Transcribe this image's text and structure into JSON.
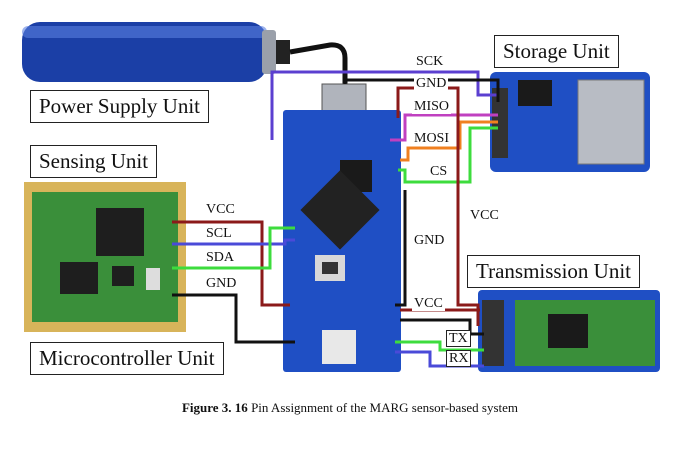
{
  "units": {
    "power": "Power Supply Unit",
    "sensing": "Sensing Unit",
    "storage": "Storage Unit",
    "transmission": "Transmission Unit",
    "microcontroller": "Microcontroller Unit"
  },
  "wires": {
    "sck": "SCK",
    "gnd_storage": "GND",
    "miso": "MISO",
    "mosi": "MOSI",
    "cs": "CS",
    "vcc_sensor": "VCC",
    "scl": "SCL",
    "sda": "SDA",
    "gnd_sensor": "GND",
    "gnd_mid": "GND",
    "vcc_right": "VCC",
    "vcc_bt": "VCC",
    "tx": "TX",
    "rx": "RX"
  },
  "caption": {
    "label": "Figure 3. 16",
    "text": "Pin Assignment of the MARG sensor-based system"
  },
  "colors": {
    "vcc": "#8b1a1a",
    "gnd": "#111111",
    "scl": "#4a4ad8",
    "sda": "#3ddc3d",
    "sck": "#5b3fd0",
    "miso": "#c040c0",
    "mosi": "#f08020",
    "cs": "#3ddc3d",
    "board": "#1f4fc4",
    "pcb": "#3a8f3a"
  }
}
